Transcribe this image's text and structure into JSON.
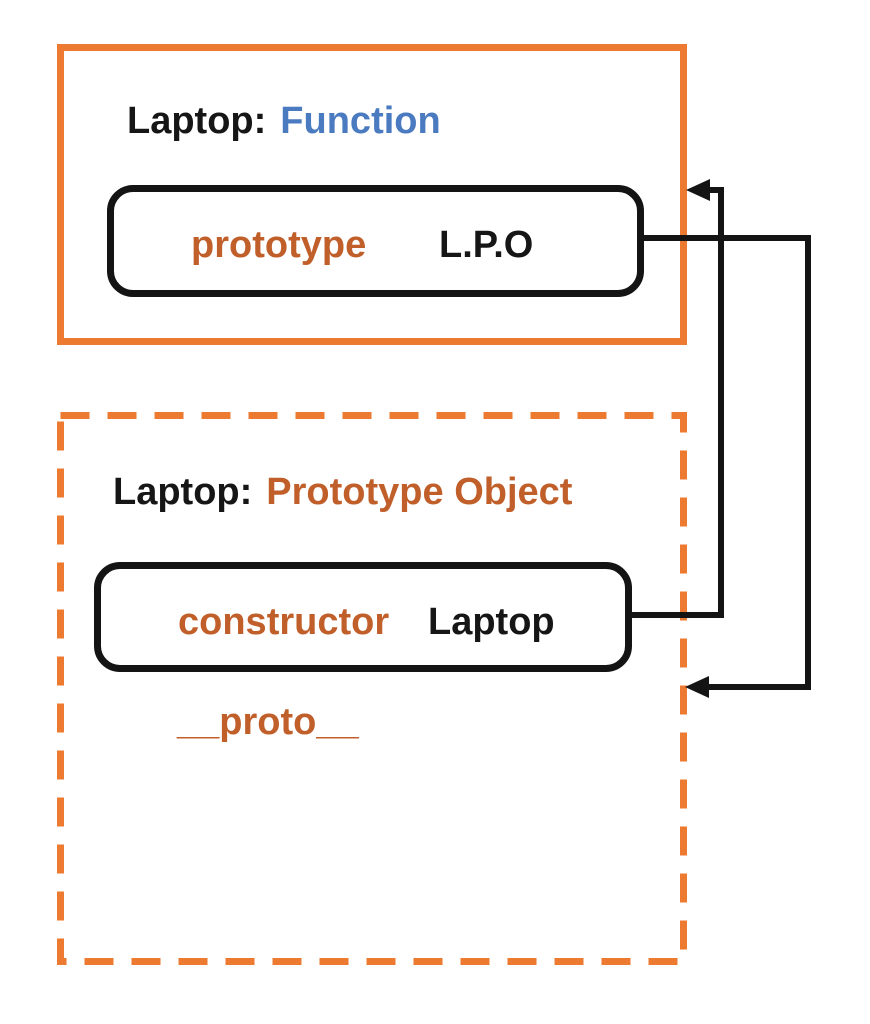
{
  "colors": {
    "accent_orange": "#ED7A31",
    "key_text_orange": "#C15F2B",
    "type_text_blue": "#4A7ABF",
    "line_black": "#141414"
  },
  "function_box": {
    "label_prefix": "Laptop:",
    "label_type": "Function",
    "property": {
      "key": "prototype",
      "value": "L.P.O"
    }
  },
  "prototype_object_box": {
    "label_prefix": "Laptop:",
    "label_type": "Prototype Object",
    "property": {
      "key": "constructor",
      "value": "Laptop"
    },
    "proto_label": "__proto__"
  },
  "arrows": [
    {
      "name": "constructor-to-function",
      "description": "Points from the constructor property row to the right edge of the Laptop: Function box"
    },
    {
      "name": "prototype-to-prototype-object",
      "description": "Points from the prototype property row to the right edge of the Laptop: Prototype Object box"
    }
  ]
}
